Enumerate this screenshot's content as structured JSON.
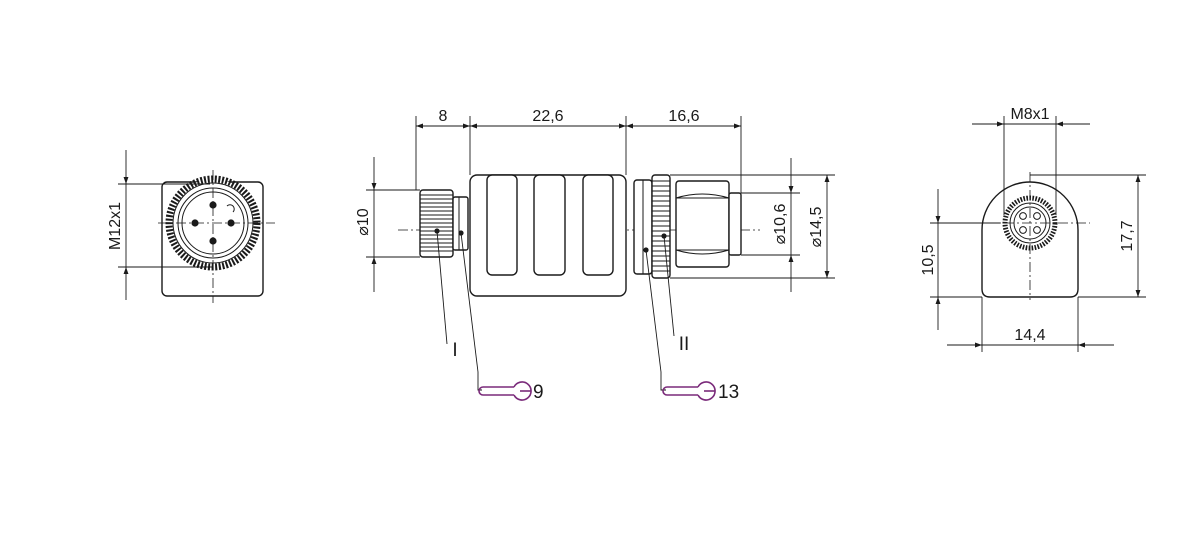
{
  "colors": {
    "line": "#1a1a1a",
    "wrench": "#7a2a7a"
  },
  "left_view": {
    "thread_label": "M12x1"
  },
  "side_view": {
    "dim_length_1": "8",
    "dim_length_2": "22,6",
    "dim_length_3": "16,6",
    "dim_dia_left": "⌀10",
    "dim_dia_right_inner": "⌀10,6",
    "dim_dia_right_outer": "⌀14,5",
    "marker_1": "I",
    "marker_2": "II",
    "wrench_1": {
      "icon": "wrench-icon",
      "size": "9"
    },
    "wrench_2": {
      "icon": "wrench-icon",
      "size": "13"
    }
  },
  "right_view": {
    "thread_label": "M8x1",
    "dim_height_1": "10,5",
    "dim_height_2": "17,7",
    "dim_width": "14,4"
  }
}
